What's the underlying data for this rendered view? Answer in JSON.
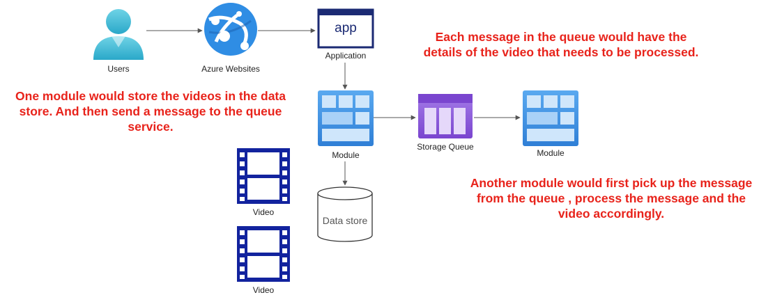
{
  "nodes": {
    "users": {
      "label": "Users",
      "icon": "user-icon"
    },
    "azure_websites": {
      "label": "Azure Websites",
      "icon": "azure-websites-icon"
    },
    "application": {
      "label": "Application",
      "icon_text": "app",
      "icon": "app-window-icon"
    },
    "module_1": {
      "label": "Module",
      "icon": "module-icon"
    },
    "storage_queue": {
      "label": "Storage Queue",
      "icon": "storage-queue-icon"
    },
    "module_2": {
      "label": "Module",
      "icon": "module-icon"
    },
    "data_store": {
      "label": "Data store",
      "icon": "cylinder-icon"
    },
    "video_1": {
      "label": "Video",
      "icon": "film-icon"
    },
    "video_2": {
      "label": "Video",
      "icon": "film-icon"
    }
  },
  "notes": {
    "queue_message": [
      "Each message in the queue would have the",
      "details of the video that needs to be processed."
    ],
    "store_module": [
      "One module would store the videos in the data",
      "store. And then send a message to the queue",
      "service."
    ],
    "process_module": [
      "Another module would first pick up the message",
      "from the queue , process the message and the",
      "video accordingly."
    ]
  },
  "colors": {
    "note_text": "#e8231b",
    "azure_blue": "#2f8de4",
    "user_teal": "#4fc3d9",
    "app_navy": "#1b2a73",
    "queue_purple": "#8b57d8",
    "film_navy": "#12239e",
    "edge": "#555555"
  }
}
